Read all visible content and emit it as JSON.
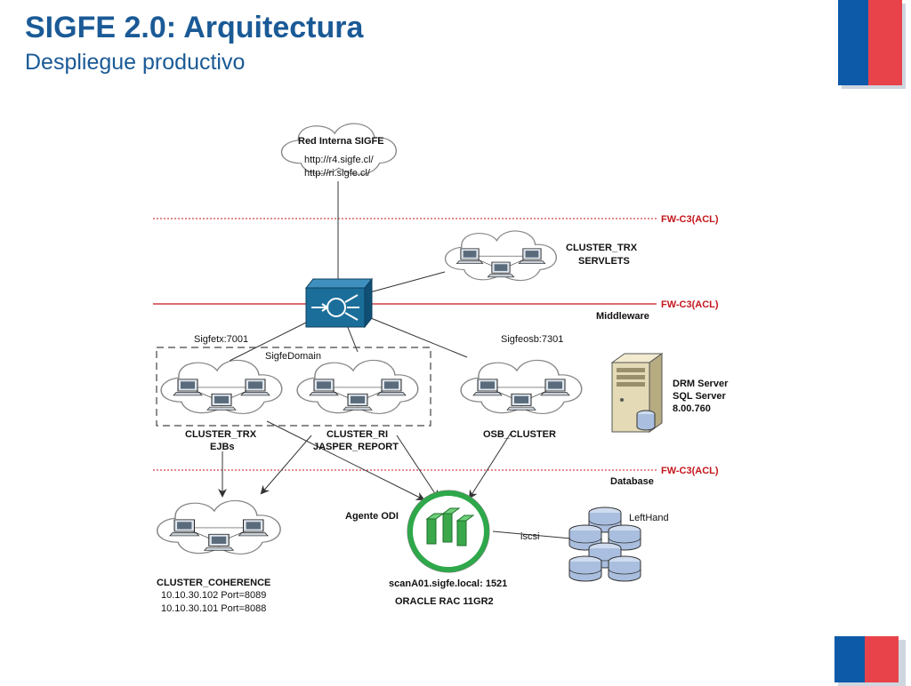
{
  "header": {
    "title": "SIGFE 2.0: Arquitectura",
    "subtitle": "Despliegue productivo"
  },
  "diagram": {
    "internet_cloud": {
      "title": "Red Interna SIGFE",
      "url1": "http://r4.sigfe.cl/",
      "url2": "http://ri.sigfe.cl/"
    },
    "firewalls": {
      "fw1": "FW-C3(ACL)",
      "fw2": "FW-C3(ACL)",
      "fw3": "FW-C3(ACL)"
    },
    "zones": {
      "middleware": "Middleware",
      "database": "Database"
    },
    "servlets_cluster": {
      "line1": "CLUSTER_TRX",
      "line2": "SERVLETS"
    },
    "ports": {
      "sigfetx": "Sigfetx:7001",
      "sigfeosb": "Sigfeosb:7301"
    },
    "domain_label": "SigfeDomain",
    "trx_cluster": {
      "line1": "CLUSTER_TRX",
      "line2": "EJBs"
    },
    "ri_cluster": {
      "line1": "CLUSTER_RI",
      "line2": "JASPER_REPORT"
    },
    "osb_cluster": {
      "line1": "OSB_CLUSTER"
    },
    "drm_server": {
      "line1": "DRM Server",
      "line2": "SQL Server",
      "line3": "8.00.760"
    },
    "coherence_cluster": {
      "line1": "CLUSTER_COHERENCE",
      "line2": "10.10.30.102 Port=8089",
      "line3": "10.10.30.101 Port=8088"
    },
    "odi_agent": "Agente ODI",
    "oracle_rac": {
      "line1": "scanA01.sigfe.local: 1521",
      "line2": "ORACLE RAC 11GR2"
    },
    "iscsi_label": "iscsi",
    "storage_label": "LeftHand"
  },
  "colors": {
    "title": "#1a5a96",
    "firewall": "#c4161c",
    "switch": "#1b6e9a",
    "rac_ring": "#2ea84a",
    "flag_blue": "#0d5aa8",
    "flag_red": "#e8434a"
  }
}
